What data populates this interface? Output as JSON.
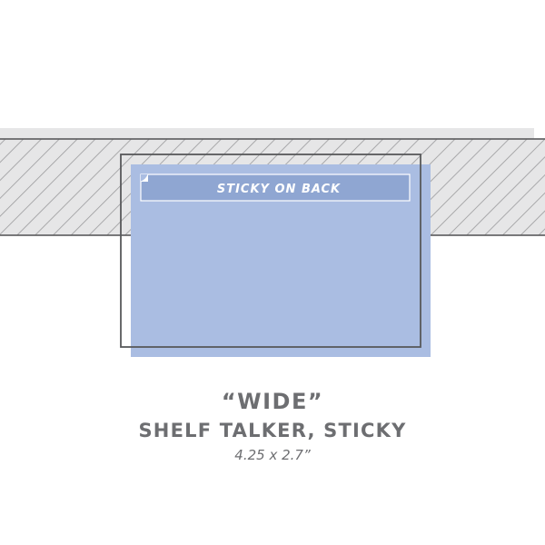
{
  "diagram": {
    "band_label": "STICKY ON BACK",
    "colors": {
      "shelf_fill": "#e6e6e7",
      "shelf_hatch": "#9a9a9c",
      "shelf_outline": "#5a5a5c",
      "talker_fill": "#aabde2",
      "band_fill": "#8fa6d2",
      "band_text": "#ffffff",
      "outline": "#58595b"
    }
  },
  "caption": {
    "title": "“WIDE”",
    "subtitle": "SHELF TALKER, STICKY",
    "dimensions": "4.25 x 2.7”"
  }
}
